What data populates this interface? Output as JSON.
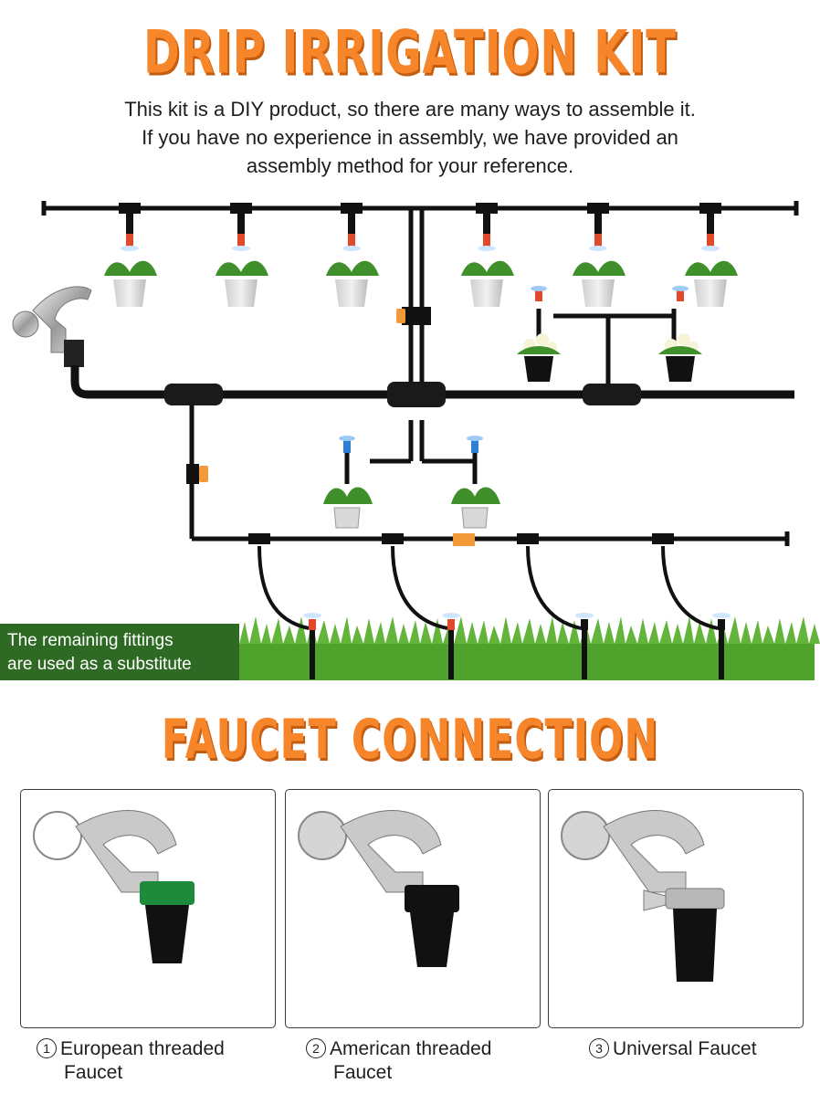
{
  "title": "DRIP IRRIGATION KIT",
  "intro": {
    "line1": "This kit is a DIY product, so there are many ways to assemble it.",
    "line2": "If you have no experience in assembly, we have provided an",
    "line3": "assembly method for your reference."
  },
  "callout": {
    "line1": "The remaining fittings",
    "line2": "are used as a substitute"
  },
  "section_title": "FAUCET CONNECTION",
  "faucets": [
    {
      "num": "1",
      "line1": "European threaded",
      "line2": "Faucet",
      "collar_color": "#1d8a3c"
    },
    {
      "num": "2",
      "line1": "American threaded",
      "line2": "Faucet",
      "collar_color": "#111111"
    },
    {
      "num": "3",
      "line1": "Universal Faucet",
      "line2": "",
      "collar_color": "#111111"
    }
  ],
  "colors": {
    "accent": "#f7852a",
    "tube": "#111111",
    "valve": "#f29a3a",
    "dripper_red": "#e04a2a",
    "dripper_blue": "#2e7fd1",
    "plant": "#3f8f2a",
    "grass": "#4fa32c",
    "callout_bg": "#2e6a23"
  }
}
